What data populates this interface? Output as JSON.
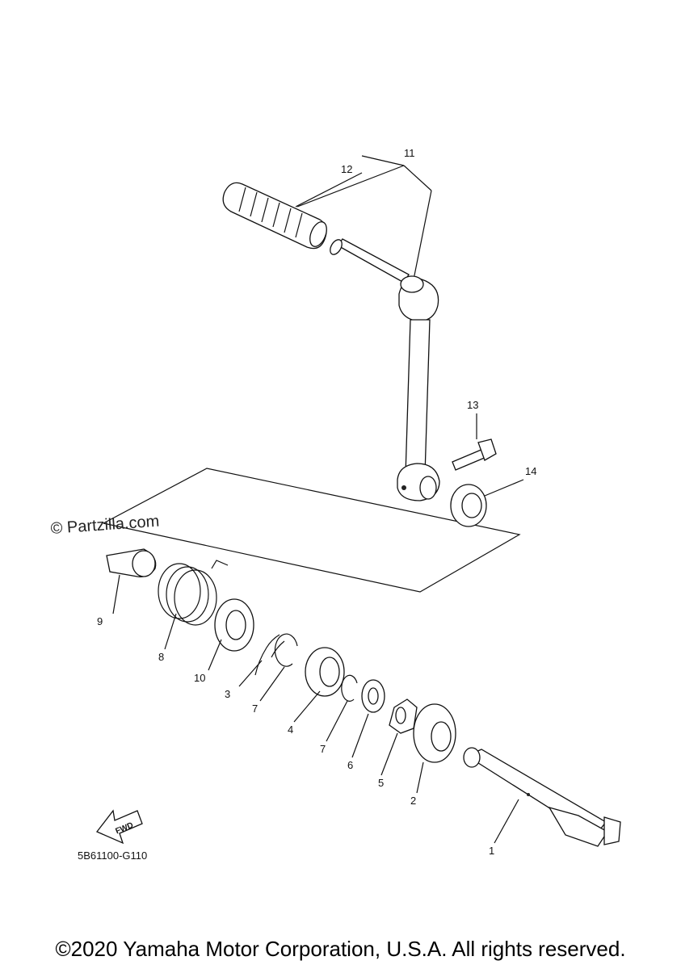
{
  "watermark": "© Partzilla.com",
  "diagram_code": "5B61100-G110",
  "fwd_label": "FWD",
  "copyright": "©2020 Yamaha Motor Corporation, U.S.A. All rights reserved.",
  "callouts": {
    "c1": "1",
    "c2": "2",
    "c3": "3",
    "c4": "4",
    "c5": "5",
    "c6": "6",
    "c7a": "7",
    "c7b": "7",
    "c8": "8",
    "c9": "9",
    "c10": "10",
    "c11": "11",
    "c12": "12",
    "c13": "13",
    "c14": "14"
  }
}
